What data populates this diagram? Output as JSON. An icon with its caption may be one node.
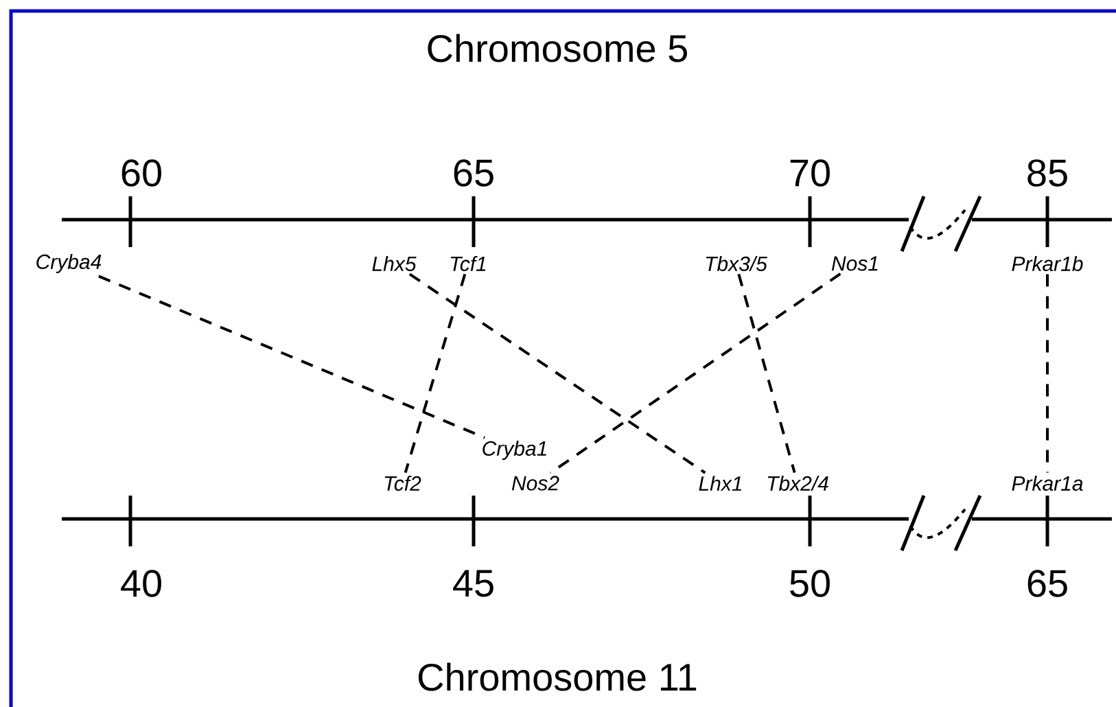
{
  "diagram": {
    "title": "Chromosome 5",
    "nodes": [
      {
        "text": [
          "Cryba4"
        ]
      },
      {
        "text": [
          "Lhx5"
        ]
      },
      {
        "text": [
          "Tcf1"
        ]
      },
      {
        "text": [
          "Tbx3/5"
        ]
      },
      {
        "text": [
          "Nos1"
        ]
      },
      {
        "text": [
          "Prkar1b"
        ]
      },
      {
        "text": [
          "Cryba1"
        ]
      },
      {
        "text": [
          "Tcf2"
        ]
      },
      {
        "text": [
          "Nos2"
        ]
      },
      {
        "text": [
          "Lhx1"
        ]
      },
      {
        "text": [
          "Tbx2/4"
        ]
      },
      {
        "text": [
          "Prkar1a"
        ]
      }
    ],
    "edges": [
      {
        "from": 0,
        "to": 6,
        "arrow": "none",
        "style": "dashed"
      },
      {
        "from": 1,
        "to": 9,
        "arrow": "none",
        "style": "dashed"
      },
      {
        "from": 2,
        "to": 7,
        "arrow": "none",
        "style": "dashed"
      },
      {
        "from": 3,
        "to": 10,
        "arrow": "none",
        "style": "dashed"
      },
      {
        "from": 4,
        "to": 8,
        "arrow": "none",
        "style": "dashed"
      },
      {
        "from": 5,
        "to": 11,
        "arrow": "none",
        "style": "dashed"
      }
    ],
    "labels": [
      "60",
      "65",
      "70",
      "85",
      "40",
      "45",
      "50",
      "65",
      "Chromosome 11"
    ]
  }
}
